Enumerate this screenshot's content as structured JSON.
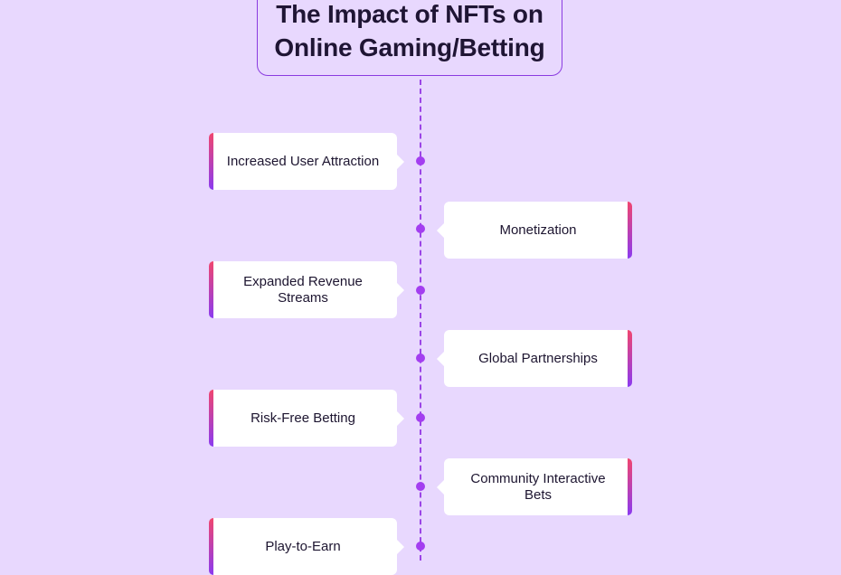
{
  "title": {
    "line1": "The Impact of NFTs on",
    "line2": "Online Gaming/Betting"
  },
  "items": [
    {
      "label": "Increased User Attraction"
    },
    {
      "label": "Monetization"
    },
    {
      "label": "Expanded Revenue Streams"
    },
    {
      "label": "Global Partnerships"
    },
    {
      "label": "Risk-Free Betting"
    },
    {
      "label": "Community Interactive Bets"
    },
    {
      "label": "Play-to-Earn"
    }
  ],
  "colors": {
    "background": "#e8d8fe",
    "accent": "#a33ef0",
    "gradient_top": "#f0466f",
    "gradient_bottom": "#8b3bf0",
    "card": "#ffffff"
  }
}
